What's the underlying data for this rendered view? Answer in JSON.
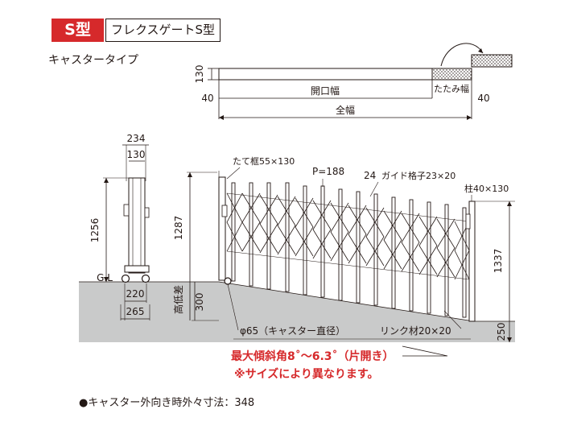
{
  "header": {
    "badge": "S型",
    "model_name": "フレクスゲートS型"
  },
  "subtitle": "キャスタータイプ",
  "plan": {
    "height_dim": "130",
    "opening_width": "開口幅",
    "folded_width": "たたみ幅",
    "total_width": "全幅",
    "left_margin": "40",
    "right_margin": "40"
  },
  "side": {
    "width_top": "234",
    "width_inner": "130",
    "height": "1256",
    "ground_label": "G.L",
    "base_inner": "220",
    "base_outer": "265"
  },
  "front": {
    "frame_label": "たて框55×130",
    "pitch_label": "P=188",
    "grid_num": "24",
    "guide_label": "ガイド格子23×20",
    "post_label": "柱40×130",
    "height_left": "1287",
    "height_right": "1337",
    "level_diff_label": "高低差",
    "level_diff_value": "300",
    "right_bottom": "250",
    "caster_label": "φ65（キャスター直径）",
    "link_label": "リンク材20×20"
  },
  "notes": {
    "max_angle": "最大傾斜角8˚～6.3˚（片開き）",
    "size_note": "※サイズにより異なります。"
  },
  "footer": "●キャスター外向き時外々寸法：348",
  "colors": {
    "accent": "#d6292b",
    "ground": "#c9caca",
    "line": "#231815"
  }
}
